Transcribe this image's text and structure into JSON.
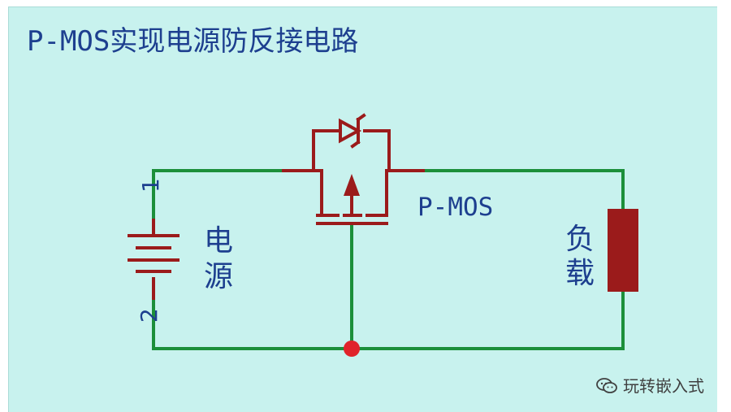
{
  "title": "P-MOS实现电源防反接电路",
  "labels": {
    "transistor": "P-MOS",
    "pin_top": "1",
    "pin_bottom": "2",
    "source_char_1": "电",
    "source_char_2": "源",
    "load_char_1": "负",
    "load_char_2": "载"
  },
  "watermark": {
    "icon": "wechat-icon",
    "text": "玩转嵌入式"
  },
  "colors": {
    "background": "#c8f2ee",
    "wire": "#1c8f3a",
    "component": "#9b1b1b",
    "node": "#e0232a",
    "text": "#1d3f8f"
  }
}
